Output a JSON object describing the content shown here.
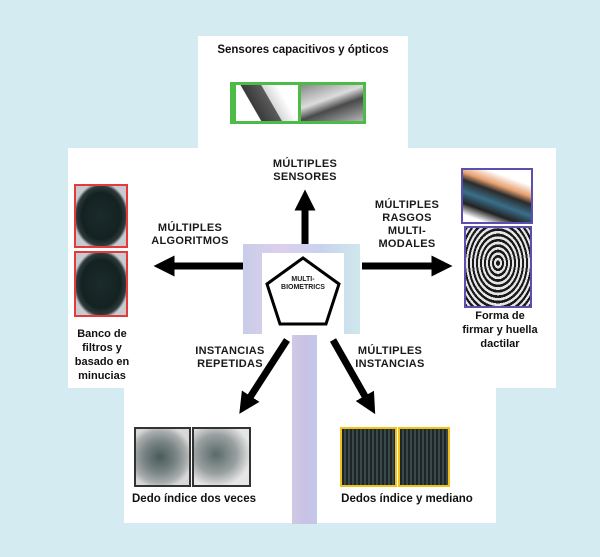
{
  "diagram": {
    "center": {
      "line1": "MULTI-",
      "line2": "BIOMETRICS"
    },
    "top": {
      "caption": "Sensores capacitivos y ópticos",
      "label_lines": [
        "MÚLTIPLES",
        "SENSORES"
      ],
      "frame_color": "#4cbb47"
    },
    "left": {
      "label_lines": [
        "MÚLTIPLES",
        "ALGORITMOS"
      ],
      "caption_lines": [
        "Banco de",
        "filtros y",
        "basado en",
        "minucias"
      ],
      "frame_color": "#e33b3b"
    },
    "right": {
      "label_lines": [
        "MÚLTIPLES",
        "RASGOS",
        "MULTI-",
        "MODALES"
      ],
      "caption_lines": [
        "Forma de",
        "firmar y huella",
        "dactilar"
      ],
      "frame_color": "#5b4fb0"
    },
    "bottom_left": {
      "label_lines": [
        "INSTANCIAS",
        "REPETIDAS"
      ],
      "caption": "Dedo índice dos veces",
      "frame_color": "#333333"
    },
    "bottom_right": {
      "label_lines": [
        "MÚLTIPLES",
        "INSTANCIAS"
      ],
      "caption": "Dedos índice y mediano",
      "frame_color": "#f2c21b"
    }
  }
}
